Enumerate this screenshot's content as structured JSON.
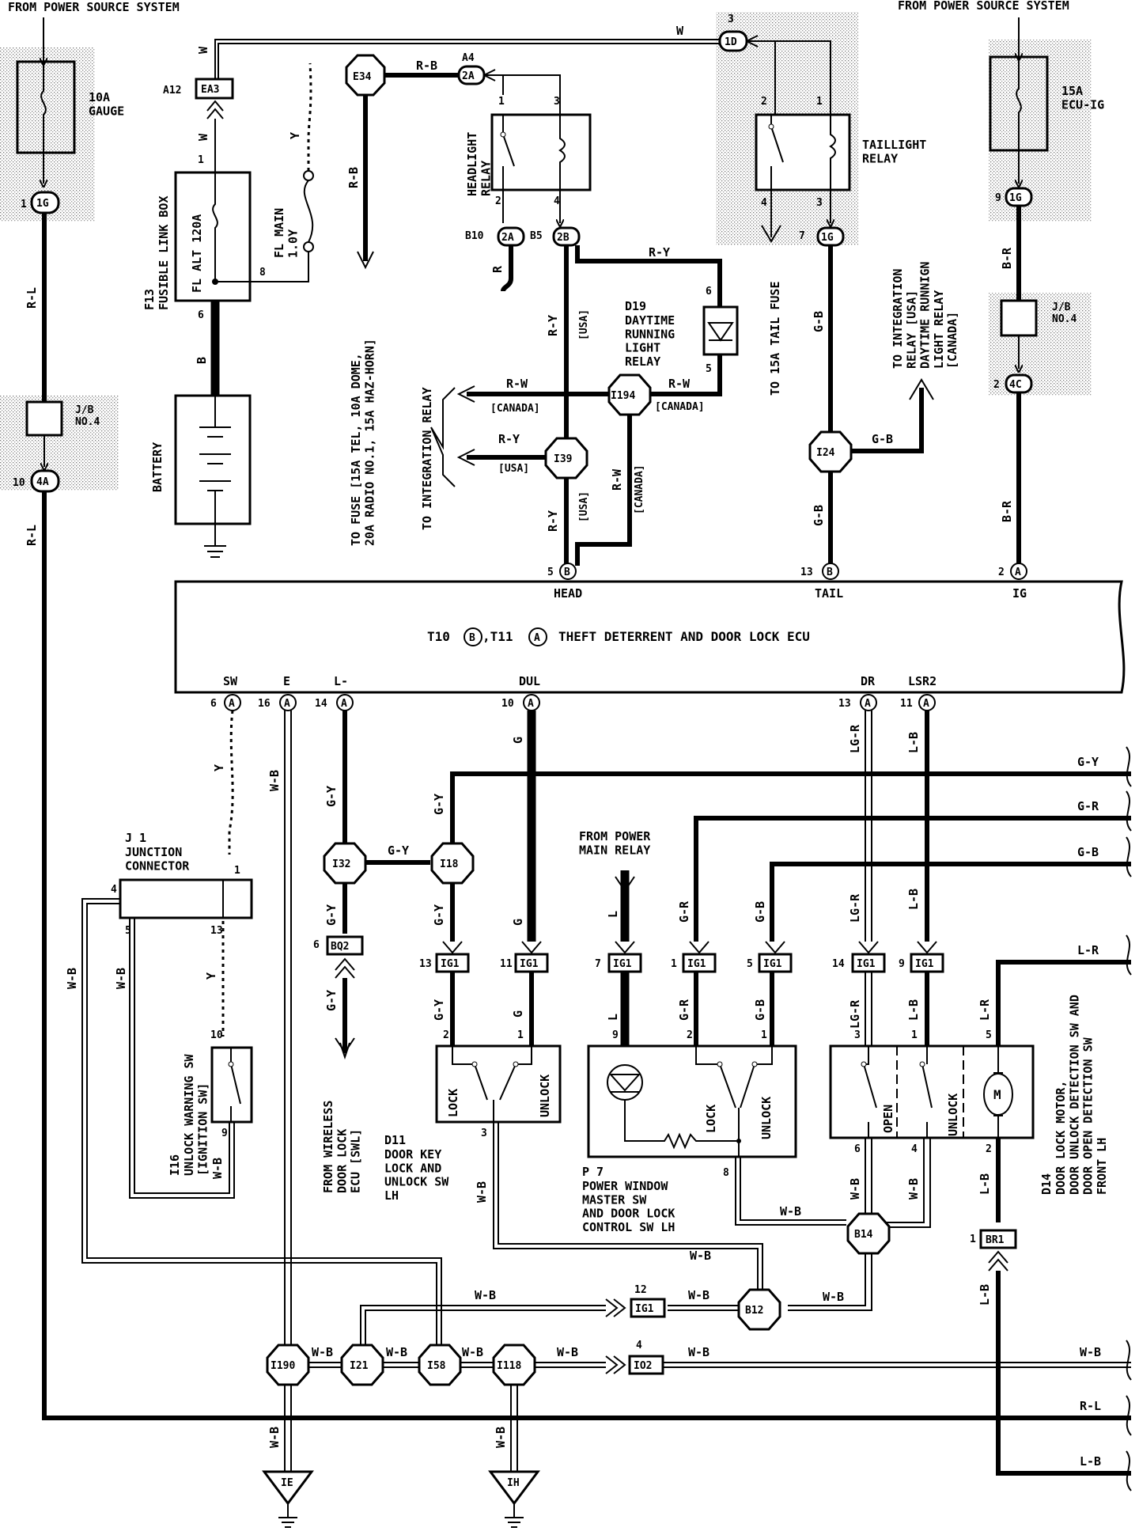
{
  "headers": {
    "left": "FROM POWER SOURCE SYSTEM",
    "right": "FROM POWER SOURCE SYSTEM"
  },
  "fuses": {
    "gauge": {
      "label": "10A\nGAUGE"
    },
    "ecu_ig": {
      "label": "15A\nECU-IG"
    },
    "fl_main": {
      "label": "FL MAIN\n1.0Y"
    },
    "fl_alt": {
      "label": "FL ALT 120A"
    }
  },
  "fusible_link_box": {
    "id": "F13",
    "label": "FUSIBLE LINK BOX"
  },
  "battery": {
    "label": "BATTERY"
  },
  "junction_blocks": {
    "jb_left": "J/B\nNO.4",
    "jb_right": "J/B\nNO.4"
  },
  "relays": {
    "headlight": {
      "label": "HEADLIGHT\nRELAY"
    },
    "taillight": {
      "label": "TAILLIGHT\nRELAY"
    },
    "drl": {
      "id": "D19",
      "label": "DAYTIME\nRUNNING\nLIGHT\nRELAY"
    }
  },
  "connectors": {
    "c1G_left": "1G",
    "c4A": "4A",
    "cEA3": "EA3",
    "cE34": "E34",
    "c2A_top": "2A",
    "c1D": "1D",
    "c1G_mid": "1G",
    "c1G_right": "1G",
    "c4C": "4C",
    "c2A": "2A",
    "c2B": "2B",
    "cI194": "I194",
    "cI39": "I39",
    "cI24": "I24",
    "cB_head": "B",
    "cB_tail": "B",
    "cA_ig": "A",
    "cA_sw": "A",
    "cA_e": "A",
    "cA_l": "A",
    "cA_dul": "A",
    "cA_dr": "A",
    "cA_lsr2": "A",
    "cI32": "I32",
    "cI18": "I18",
    "cBQ2": "BQ2",
    "cIG1_13": "IG1",
    "cIG1_11": "IG1",
    "cIG1_7": "IG1",
    "cIG1_1": "IG1",
    "cIG1_5": "IG1",
    "cIG1_14": "IG1",
    "cIG1_9": "IG1",
    "cIG1_12": "IG1",
    "cIO2": "IO2",
    "cB14": "B14",
    "cB12": "B12",
    "cBR1": "BR1",
    "cI190": "I190",
    "cI21": "I21",
    "cI58": "I58",
    "cI118": "I118",
    "gIE": "IE",
    "gIH": "IH"
  },
  "pins": {
    "p1_left": "1",
    "p10_left": "10",
    "pA12": "A12",
    "p1_flb": "1",
    "p6_flb": "6",
    "p8_flb": "8",
    "pA4": "A4",
    "p3_1D": "3",
    "p1_hr": "1",
    "p3_hr": "3",
    "p2_hr": "2",
    "p4_hr": "4",
    "pB10": "B10",
    "pB5": "B5",
    "p2_tr": "2",
    "p1_tr": "1",
    "p4_tr": "4",
    "p3_tr": "3",
    "p7_1G": "7",
    "p9_1G": "9",
    "p2_4C": "2",
    "p6_drl": "6",
    "p5_drl": "5",
    "p5_head": "5",
    "p13_tail": "13",
    "p2_ig": "2",
    "p6_sw": "6",
    "p16_e": "16",
    "p14_l": "14",
    "p10_dul": "10",
    "p13_dr": "13",
    "p11_lsr2": "11",
    "p6_bq2": "6",
    "p13_ig1": "13",
    "p11_ig1": "11",
    "p7_ig1": "7",
    "p1_ig1": "1",
    "p5_ig1": "5",
    "p14_ig1": "14",
    "p9_ig1": "9",
    "p12_ig1": "12",
    "p4_io2": "4",
    "p2_d11": "2",
    "p1_d11": "1",
    "p3_d11": "3",
    "p9_p7": "9",
    "p2_p7": "2",
    "p1_p7": "1",
    "p8_p7": "8",
    "p3_d14": "3",
    "p1_d14": "1",
    "p5_d14": "5",
    "p6_d14": "6",
    "p4_d14": "4",
    "p2_d14": "2",
    "p1_br1": "1",
    "p4_j1": "4",
    "p1_j1": "1",
    "p5_j1": "5",
    "p13_j1": "13",
    "p10_i16": "10",
    "p9_i16": "9"
  },
  "wires": {
    "R_L": "R-L",
    "W": "W",
    "Y": "Y",
    "B": "B",
    "R_B": "R-B",
    "R": "R",
    "R_Y": "R-Y",
    "R_W": "R-W",
    "G_B": "G-B",
    "B_R": "B-R",
    "W_B": "W-B",
    "G_Y": "G-Y",
    "G": "G",
    "LG_R": "LG-R",
    "L_B": "L-B",
    "G_R": "G-R",
    "L": "L",
    "L_R": "L-R"
  },
  "region_tags": {
    "usa": "[USA]",
    "canada": "[CANADA]"
  },
  "notes": {
    "to_fuse": "TO FUSE [15A TEL, 10A DOME,\n20A RADIO NO.1, 15A HAZ-HORN]",
    "to_integration_relay": "TO INTEGRATION RELAY",
    "to_tail_fuse": "TO 15A TAIL FUSE",
    "to_integration_relay_right": "TO INTEGRATION\nRELAY [USA]\nDAYTIME RUNNIGN\nLIGHT RELAY\n[CANADA]",
    "from_power_main_relay": "FROM POWER\nMAIN RELAY",
    "from_wireless": "FROM WIRELESS\nDOOR LOCK\nECU [SWL]"
  },
  "ecu": {
    "prefix": "T10",
    "b": "B",
    "mid": ",T11",
    "a": "A",
    "title": "THEFT DETERRENT AND DOOR LOCK ECU",
    "terminals": {
      "head": "HEAD",
      "tail": "TAIL",
      "ig": "IG",
      "sw": "SW",
      "e": "E",
      "l": "L-",
      "dul": "DUL",
      "dr": "DR",
      "lsr2": "LSR2"
    }
  },
  "components": {
    "j1": {
      "id": "J 1",
      "label": "JUNCTION\nCONNECTOR"
    },
    "i16": {
      "id": "I16",
      "label": "UNLOCK WARNING SW\n[IGNITION SW]"
    },
    "d11": {
      "id": "D11",
      "label": "DOOR KEY\nLOCK AND\nUNLOCK SW\nLH",
      "lock": "LOCK",
      "unlock": "UNLOCK"
    },
    "p7": {
      "id": "P 7",
      "label": "POWER WINDOW\nMASTER SW\nAND DOOR LOCK\nCONTROL SW LH",
      "lock": "LOCK",
      "unlock": "UNLOCK"
    },
    "d14": {
      "id": "D14",
      "label": "DOOR LOCK MOTOR,\nDOOR UNLOCK DETECTION SW AND\nDOOR OPEN DETECTION SW\nFRONT LH",
      "open": "OPEN",
      "unlock": "UNLOCK",
      "motor": "M"
    }
  }
}
